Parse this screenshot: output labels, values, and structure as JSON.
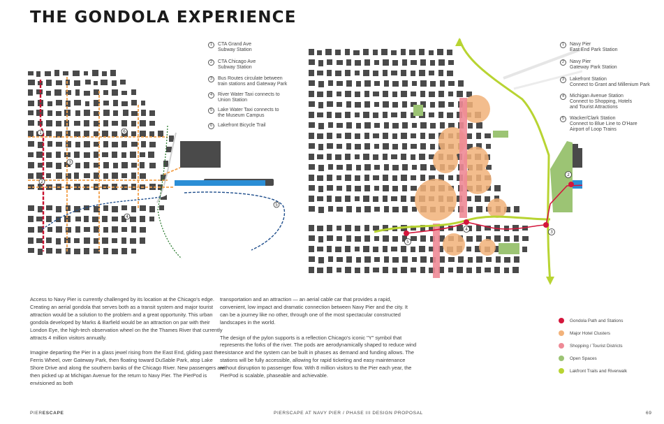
{
  "page": {
    "title": "THE GONDOLA EXPERIENCE",
    "page_number": "69"
  },
  "legend_left": [
    {
      "num": "1",
      "text": "CTA Grand Ave\nSubway Station"
    },
    {
      "num": "2",
      "text": "CTA Chicago Ave\nSubway Station"
    },
    {
      "num": "3",
      "text": "Bus Routes circulate between\ntrain stations and Gateway Park"
    },
    {
      "num": "4",
      "text": "River Water Taxi connects to\nUnion Station"
    },
    {
      "num": "5",
      "text": "Lake Water Taxi connects to\nthe Museum Campus"
    },
    {
      "num": "6",
      "text": "Lakefront Bicycle Trail"
    }
  ],
  "legend_right": [
    {
      "num": "1",
      "text": "Navy Pier\nEast End Park Station"
    },
    {
      "num": "2",
      "text": "Navy Pier\nGateway Park Station"
    },
    {
      "num": "3",
      "text": "Lakefront Station\nConnect to Grant and Millenium Park"
    },
    {
      "num": "4",
      "text": "Michigan Avenue Station\nConnect to Shopping, Hotels\nand Tourist Attractions"
    },
    {
      "num": "5",
      "text": "Wacker/Clark Station\nConnect to Blue Line to O'Hare\nAirport of Loop Trains"
    }
  ],
  "body": {
    "col1": [
      "Access to Navy Pier is currently challenged by its location at the Chicago's edge. Creating an aerial gondola that serves both as a transit system and major tourist attraction would be a solution to the problem and a great opportunity. This urban gondola developed by Marks & Barfield would be an attraction on par with their London Eye, the high-tech observation wheel on the the Thames River that currently attracts 4 million visitors annually.",
      "Imagine departing the Pier in a glass jewel rising from the East End, gliding past the Ferris Wheel, over Gateway Park, then floating toward DuSable Park, atop Lake Shore Drive and along the southern banks of the Chicago River. New passengers are then picked up at Michigan Avenue for the return to Navy Pier. The PierPod is envisioned as both"
    ],
    "col2": [
      "transportation and an attraction — an aerial cable car that provides a rapid, convenient, low impact and dramatic connection between Navy Pier and the city. It can be a journey like no other, through one of the most spectacular constructed landscapes in the world.",
      "The design of the pylon supports is a reflection Chicago's iconic \"Y\" symbol that represents the forks of the river. The pods are aerodynamically shaped to reduce wind resistance and the system can be built in phases as demand and funding allows. The stations will be fully accessible, allowing for rapid ticketing and easy maintenance without disruption to passenger flow. With 8 million visitors to the Pier each year, the PierPod is scalable, phaseable and achievable."
    ]
  },
  "key": [
    {
      "label": "Gondola Path and Stations",
      "color": "#d4163c"
    },
    {
      "label": "Major Hotel Clusters",
      "color": "#f2b27a"
    },
    {
      "label": "Shopping / Tourist Districts",
      "color": "#ee8a96"
    },
    {
      "label": "Open Spaces",
      "color": "#9cc474"
    },
    {
      "label": "Lakfront Trails and Riverwalk",
      "color": "#b8d432"
    }
  ],
  "footer": {
    "brand_light": "PIER",
    "brand_bold": "ESCAPE",
    "center": "PIERSCAPE AT NAVY PIER / PHASE III DESIGN PROPOSAL"
  },
  "map_labels": {
    "left": [
      "1",
      "2",
      "3",
      "4",
      "5",
      "6"
    ],
    "right": [
      "1",
      "2",
      "3",
      "4",
      "5"
    ]
  },
  "colors": {
    "building": "#4a4a4a",
    "lake": "#2b8ed6",
    "gondola": "#d4163c",
    "hotel": "#f2b27a",
    "shopping": "#ee8a96",
    "open": "#9cc474",
    "trail": "#b8d432",
    "cta_red": "#c8102e",
    "bus": "#f3a04a",
    "water_taxi": "#1f4e8c",
    "bike": "#2e7d32"
  }
}
